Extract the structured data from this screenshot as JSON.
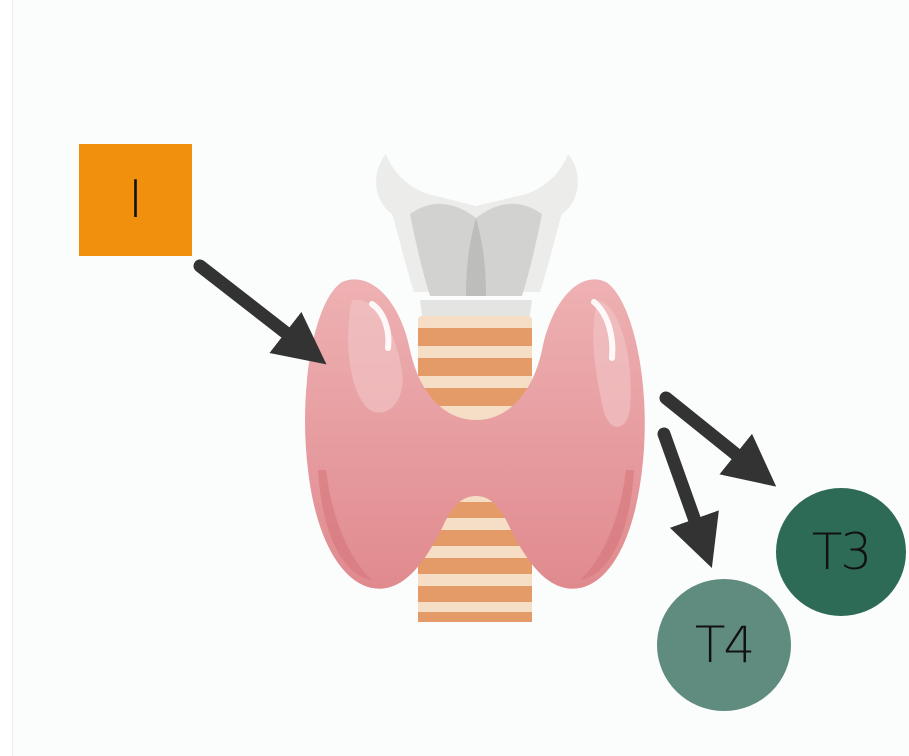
{
  "labels": {
    "iodine": "I",
    "t3": "T3",
    "t4": "T4"
  },
  "colors": {
    "background": "#fbfdfd",
    "iodine_box": "#f0900d",
    "t3_circle": "#2e6b57",
    "t4_circle": "#5f8c7e",
    "arrow": "#333333",
    "thyroid": "#e9a0a3",
    "trachea_rings": "#e59b68",
    "larynx": "#dcdcdc"
  },
  "icons": {
    "gland": "thyroid-gland-icon",
    "trachea": "trachea-icon",
    "larynx": "larynx-icon"
  }
}
